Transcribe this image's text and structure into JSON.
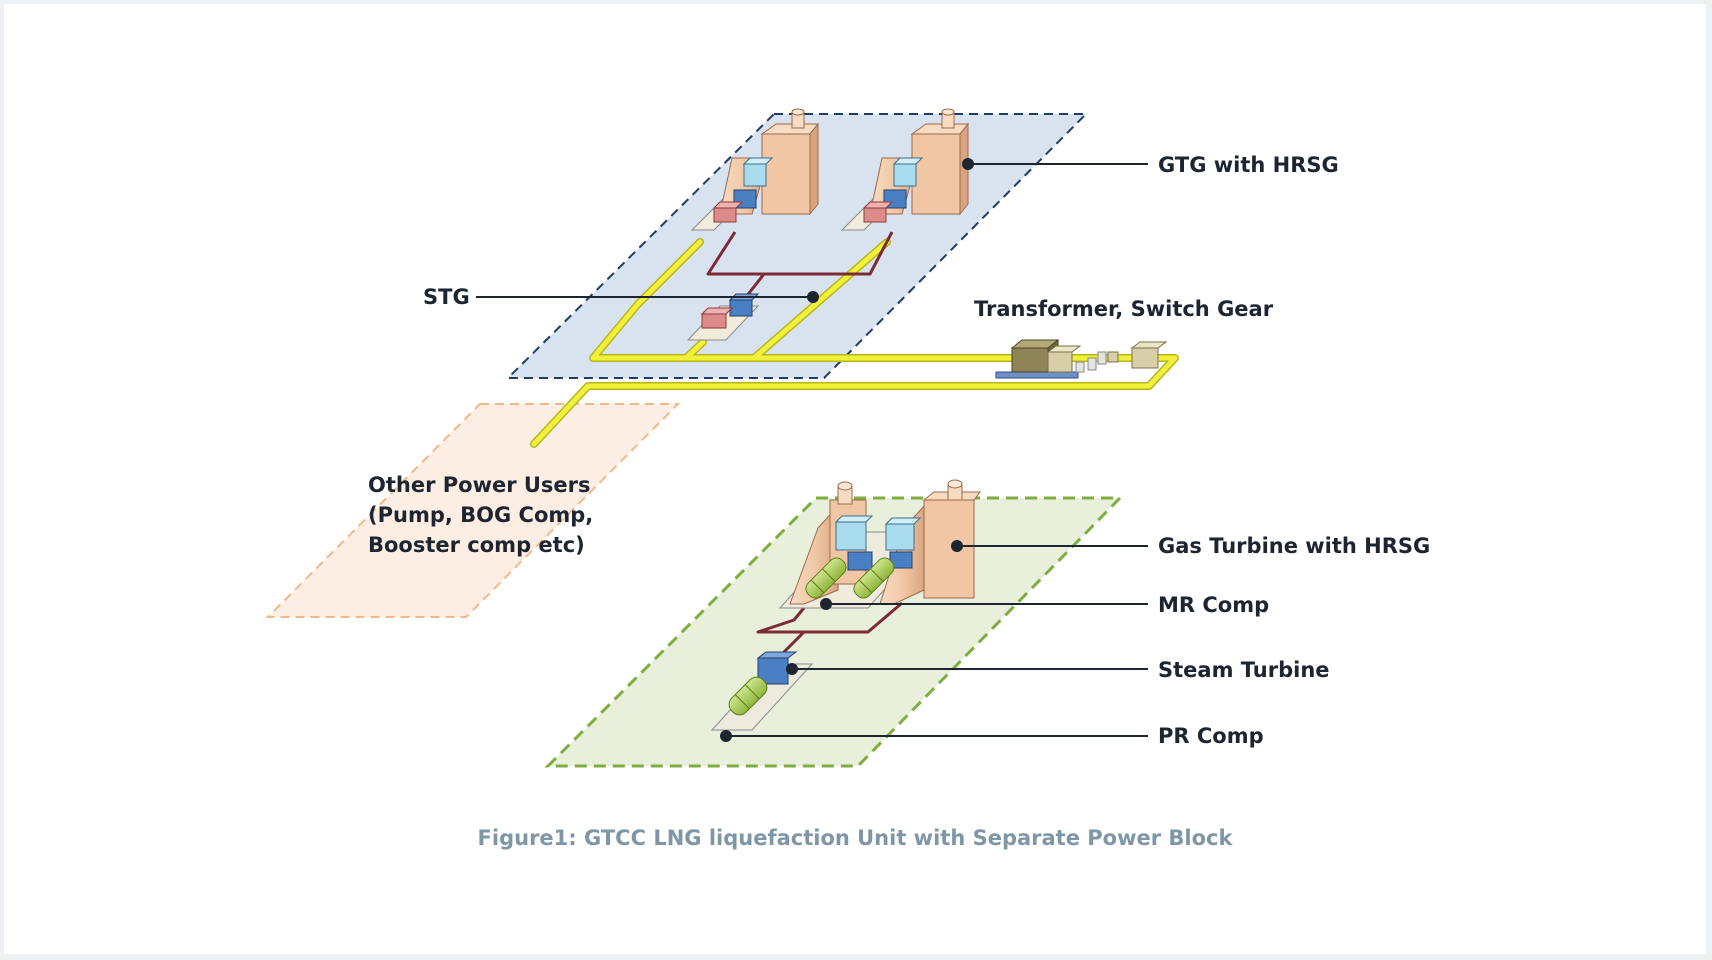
{
  "caption": "Figure1: GTCC LNG liquefaction Unit with Separate Power Block",
  "labels": {
    "gtg": "GTG with HRSG",
    "stg": "STG",
    "transformer": "Transformer, Switch Gear",
    "other_users": [
      "Other Power Users",
      "(Pump, BOG Comp,",
      "Booster comp etc)"
    ],
    "gas_turbine": "Gas Turbine with HRSG",
    "mr_comp": "MR Comp",
    "steam_turbine": "Steam Turbine",
    "pr_comp": "PR Comp"
  },
  "colors": {
    "power_block_fill": "#d9e3ef",
    "power_block_border": "#1e3d66",
    "lng_unit_fill": "#e8f0dc",
    "lng_unit_border": "#7fad42",
    "other_users_fill": "#fdeee3",
    "other_users_border": "#f3b887",
    "power_cable": "#f1f03a",
    "steam_pipe": "#7b2a36",
    "hrsg": "#f0c6a4",
    "gas_turbine_box": "#a9dcee",
    "steam_turbine_box": "#4b7fc4",
    "generator": "#dc8a8a",
    "compressor": "#a3c94c",
    "transformer": "#8f8458",
    "leader_line": "#1c2530"
  }
}
